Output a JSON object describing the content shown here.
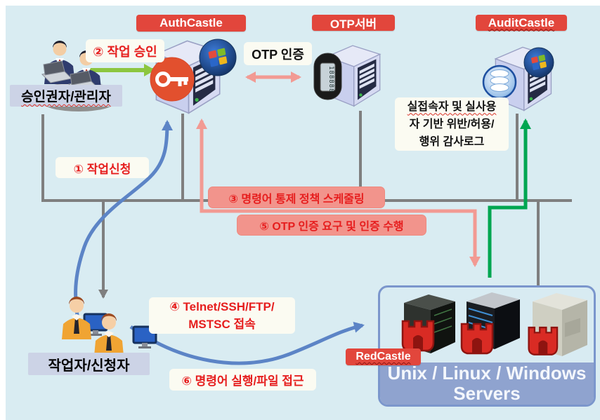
{
  "banners": {
    "auth": "AuthCastle",
    "otp_server": "OTP서버",
    "audit": "AuditCastle",
    "red": "RedCastle"
  },
  "actors": {
    "approver": "승인권자/관리자",
    "worker": "작업자/신청자"
  },
  "steps": {
    "s1": "① 작업신청",
    "s2": "② 작업 승인",
    "s3": "③ 명령어 통제 정책 스케줄링",
    "s4_line1": "④ Telnet/SSH/FTP/",
    "s4_line2": "MSTSC 접속",
    "s5": "⑤ OTP 인증 요구 및 인증 수행",
    "s6": "⑥ 명령어 실행/파일 접근"
  },
  "labels": {
    "otp_auth": "OTP 인증",
    "audit_log_line1": "실접속자 및 실사용",
    "audit_log_line2": "자 기반 위반/허용/",
    "audit_log_line3": "행위 감사로그",
    "servers_line1": "Unix / Linux / Windows",
    "servers_line2": "Servers",
    "otp_token_display": "188888"
  },
  "colors": {
    "background": "#d9ecf2",
    "banner_red": "#e2463c",
    "banner_pink": "#f2948c",
    "step_text_red": "#e61e1e",
    "label_lavender": "#ccd3e6",
    "line_gray": "#7f7f7f",
    "arrow_blue": "#5c84c6",
    "arrow_pink": "#f29a93",
    "arrow_green_audit": "#00a651",
    "arrow_green_approve": "#8cc63f",
    "servers_band_blue": "#8fa3cf",
    "bluebox_border": "#7b96cc"
  }
}
